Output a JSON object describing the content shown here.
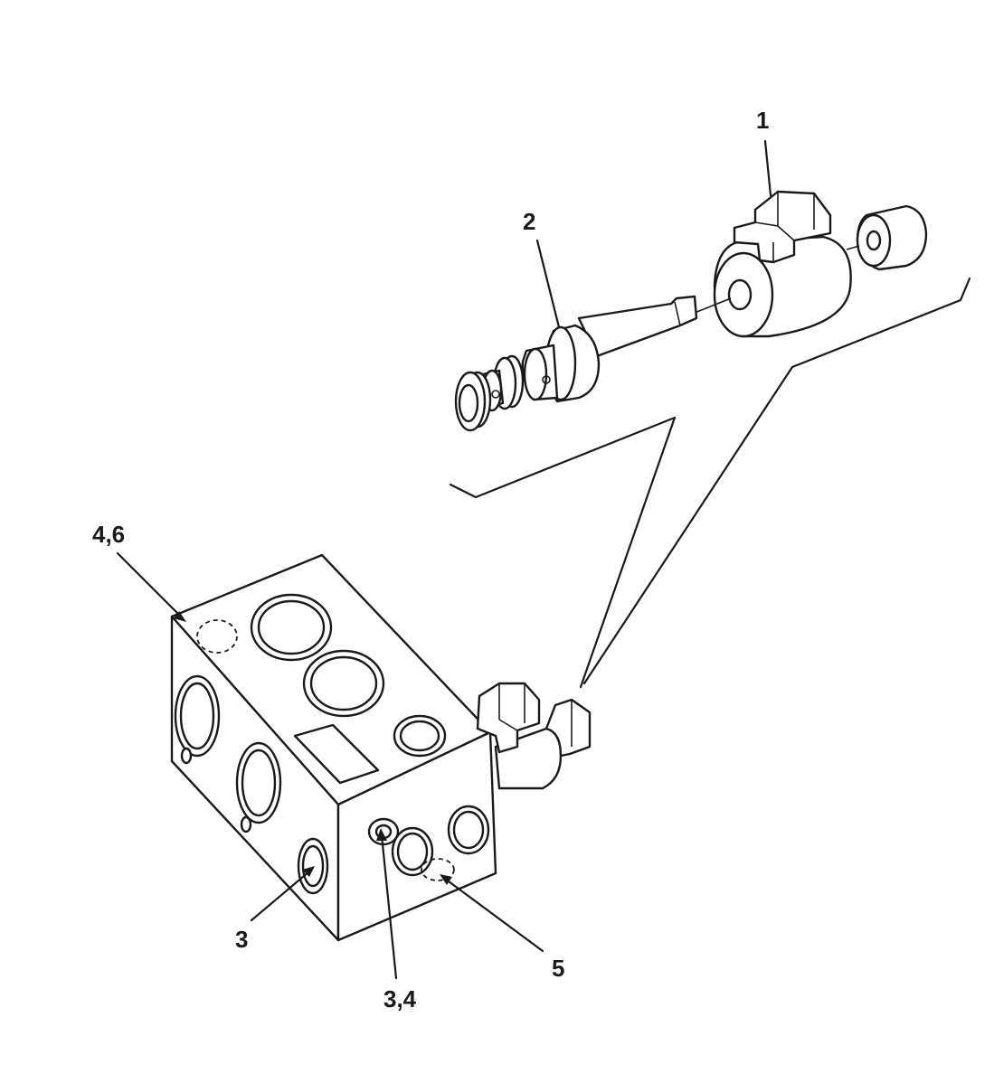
{
  "callouts": {
    "item_1": "1",
    "item_2": "2",
    "item_3": "3",
    "item_3_4": "3,4",
    "item_4_6": "4,6",
    "item_5": "5"
  },
  "colors": {
    "line": "#1a1a1a",
    "background": "#ffffff"
  }
}
